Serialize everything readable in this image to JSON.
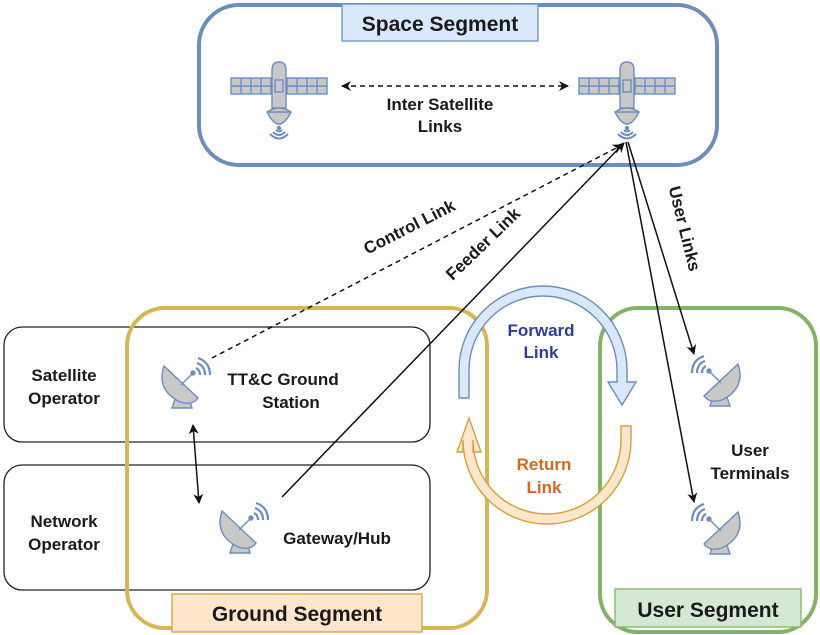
{
  "segments": {
    "space": {
      "title": "Space Segment",
      "border_color": "#6c8ebf",
      "title_fill": "#dae8fc"
    },
    "ground": {
      "title": "Ground Segment",
      "border_color": "#d6b656",
      "title_fill": "#ffe6cc"
    },
    "user": {
      "title": "User Segment",
      "border_color": "#82b366",
      "title_fill": "#d5e8d4"
    }
  },
  "operators": {
    "satellite": [
      "Satellite",
      "Operator"
    ],
    "network": [
      "Network",
      "Operator"
    ]
  },
  "stations": {
    "ttc": [
      "TT&C Ground",
      "Station"
    ],
    "gateway": "Gateway/Hub",
    "user_terminals": [
      "User",
      "Terminals"
    ]
  },
  "links": {
    "inter_satellite": [
      "Inter Satellite",
      "Links"
    ],
    "control": "Control Link",
    "feeder": "Feeder Link",
    "user": "User Links",
    "forward": [
      "Forward",
      "Link"
    ],
    "return": [
      "Return",
      "Link"
    ]
  },
  "colors": {
    "forward_text": "#2e3d9a",
    "return_text": "#d2691e",
    "icon_stroke": "#6c8ebf",
    "icon_fill": "#c8c8c8",
    "forward_arrow_fill": "#dae8fc",
    "return_arrow_fill": "#ffe6cc",
    "return_arrow_stroke": "#d6a03a"
  }
}
